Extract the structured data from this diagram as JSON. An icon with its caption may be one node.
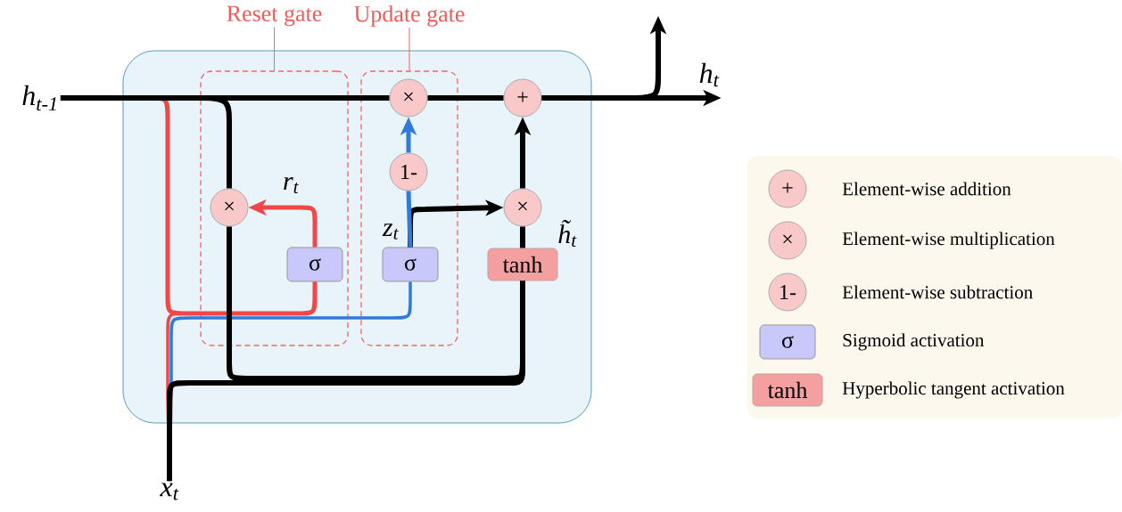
{
  "diagram": {
    "nodes": [
      {
        "text": [],
        "shape": "box"
      },
      {
        "text": [
          "Reset gate"
        ],
        "in": 0
      },
      {
        "text": [
          "Update gate"
        ],
        "in": 0
      },
      {
        "text": [
          "h$_{t-1}$"
        ]
      },
      {
        "text": [
          "x$_{t}$"
        ]
      },
      {
        "text": [
          "h$_{t}$"
        ]
      },
      {
        "text": [
          "×"
        ],
        "in": 2
      },
      {
        "text": [
          "+"
        ],
        "in": 0
      },
      {
        "text": [
          "1-"
        ],
        "in": 2
      },
      {
        "text": [
          "×"
        ],
        "in": 1
      },
      {
        "text": [
          "×"
        ],
        "in": 0
      },
      {
        "text": [
          "σ"
        ],
        "in": 1
      },
      {
        "text": [
          "σ"
        ],
        "in": 2
      },
      {
        "text": [
          "tanh"
        ],
        "in": 0
      },
      {
        "text": [
          "+"
        ]
      },
      {
        "text": [
          "×"
        ]
      },
      {
        "text": [
          "1-"
        ]
      },
      {
        "text": [
          "σ"
        ]
      },
      {
        "text": [
          "tanh"
        ]
      }
    ],
    "edges": [
      {
        "from": 3,
        "to": 6,
        "arrow": "none"
      },
      {
        "from": 6,
        "to": 7,
        "arrow": "none"
      },
      {
        "from": 7,
        "to": 5,
        "arrow": "to"
      },
      {
        "from": 7,
        "to": null,
        "arrow": "to"
      },
      {
        "from": 3,
        "to": 9,
        "arrow": "none"
      },
      {
        "from": 9,
        "to": 13,
        "arrow": "none"
      },
      {
        "from": 4,
        "to": 13,
        "arrow": "none"
      },
      {
        "from": 3,
        "to": 11,
        "arrow": "none",
        "color": "#f04848"
      },
      {
        "from": 4,
        "to": 11,
        "arrow": "none",
        "color": "#f04848"
      },
      {
        "from": 4,
        "to": 12,
        "arrow": "none",
        "color": "#2e7bdc"
      },
      {
        "from": 11,
        "to": 9,
        "arrow": "to",
        "color": "#f04848"
      },
      {
        "from": 12,
        "to": 8,
        "arrow": "none",
        "color": "#2e7bdc"
      },
      {
        "from": 8,
        "to": 6,
        "arrow": "to",
        "color": "#2e7bdc"
      },
      {
        "from": 12,
        "to": 10,
        "arrow": "to"
      },
      {
        "from": 13,
        "to": 10,
        "arrow": "none"
      },
      {
        "from": 10,
        "to": 7,
        "arrow": "to"
      }
    ],
    "labels": [
      "r$_{t}$",
      "z$_{t}$",
      "h̃$_{t}$"
    ],
    "legend": [
      {
        "text": "Element-wise addition"
      },
      {
        "text": "Element-wise multiplication"
      },
      {
        "text": "Element-wise subtraction"
      },
      {
        "text": "Sigmoid activation"
      },
      {
        "text": "Hyperbolic tangent activation"
      }
    ]
  }
}
